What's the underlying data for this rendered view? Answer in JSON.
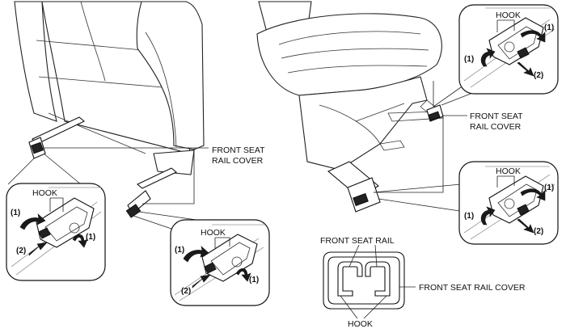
{
  "labels": {
    "hook": "HOOK",
    "step1": "(1)",
    "step2": "(2)",
    "front_seat_rail_cover_line1": "FRONT SEAT",
    "front_seat_rail_cover_line2": "RAIL COVER",
    "front_seat_rail": "FRONT SEAT RAIL",
    "front_seat_rail_cover": "FRONT SEAT RAIL COVER"
  },
  "colors": {
    "line": "#1a1a1a",
    "background": "#ffffff"
  },
  "icons": {
    "removal_direction_arrow": "curved-arrow-icon",
    "pull_direction_arrow": "straight-arrow-icon"
  }
}
